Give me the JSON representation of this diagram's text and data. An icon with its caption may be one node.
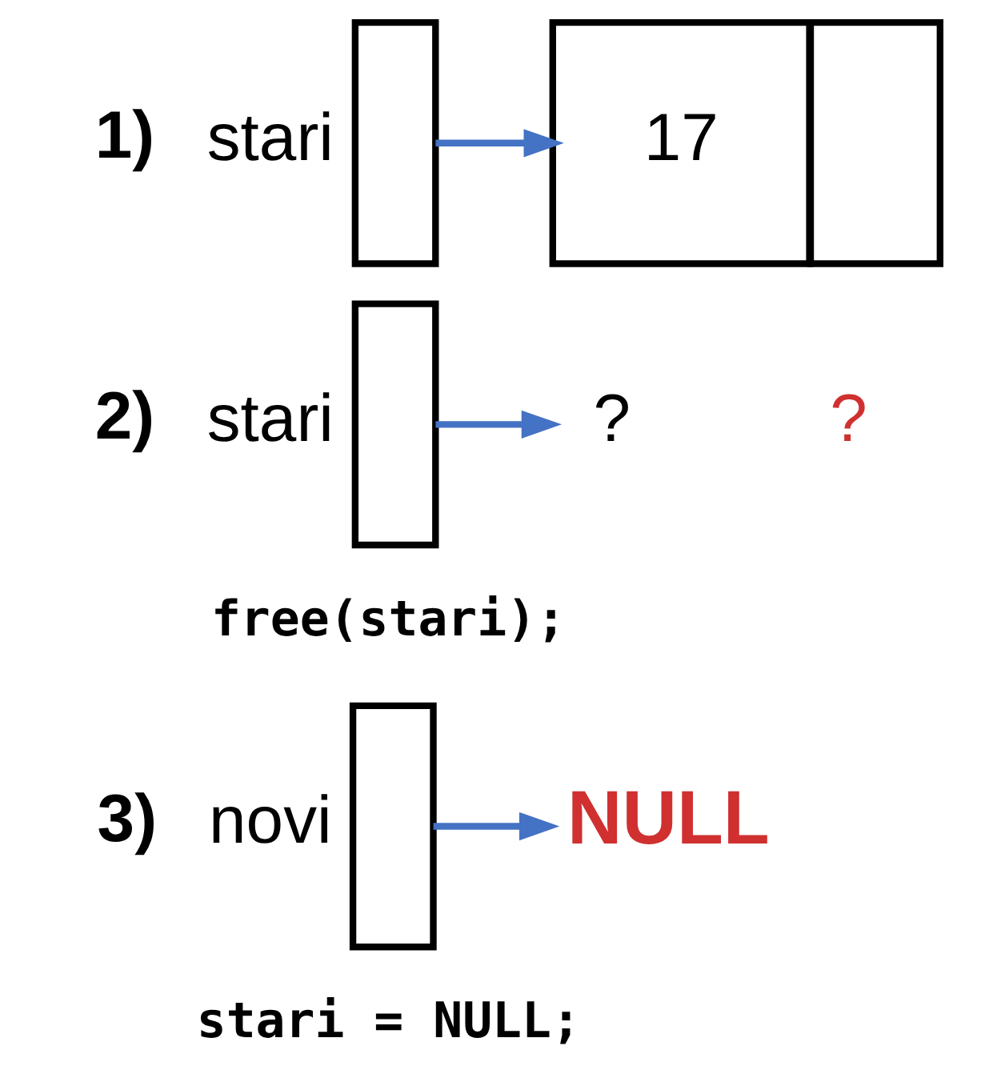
{
  "diagram": {
    "nodes": [
      {
        "text": [],
        "shape": "box",
        "beside": [
          "stari"
        ]
      },
      {
        "text": [
          "17"
        ]
      },
      {
        "text": [],
        "shape": "box"
      },
      {
        "text": [],
        "shape": "box",
        "beside": [
          "stari"
        ]
      },
      {
        "text": [
          "?"
        ]
      },
      {
        "text": [],
        "shape": "box",
        "beside": [
          "novi"
        ]
      },
      {
        "text": [
          "NULL"
        ]
      }
    ],
    "edges": [
      {
        "from": 0,
        "to": 1,
        "arrow": "to"
      },
      {
        "from": 3,
        "to": 4,
        "arrow": "to"
      },
      {
        "from": 5,
        "to": 6,
        "arrow": "to"
      }
    ],
    "labels": [
      "1)",
      "2)",
      "?",
      "free(stari);",
      "3)",
      "stari = NULL;"
    ]
  }
}
